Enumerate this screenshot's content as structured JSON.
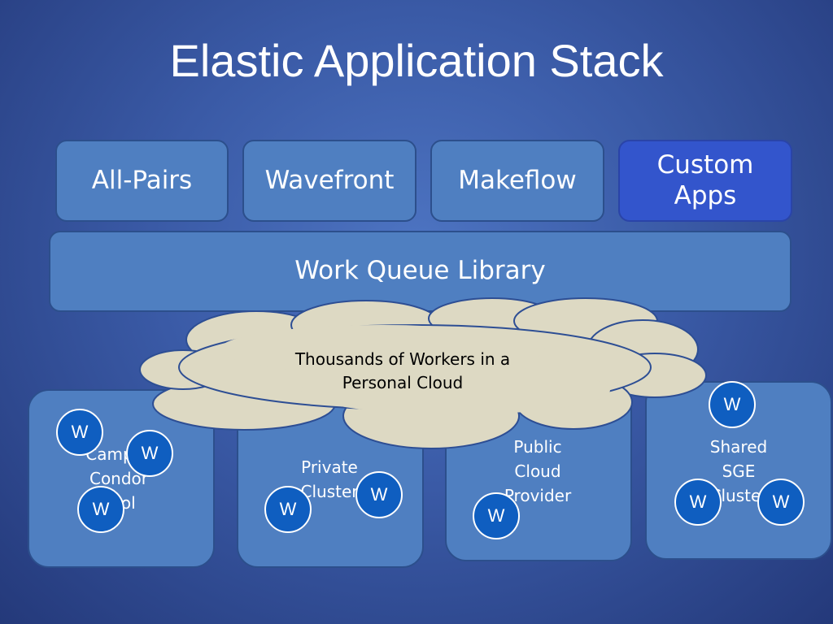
{
  "slide": {
    "title": "Elastic Application Stack"
  },
  "apps": [
    {
      "label": "All-Pairs"
    },
    {
      "label": "Wavefront"
    },
    {
      "label": "Makeflow"
    },
    {
      "label": "Custom\nApps"
    }
  ],
  "library": {
    "label": "Work Queue Library"
  },
  "cloud": {
    "label": "Thousands of Workers in a\nPersonal Cloud"
  },
  "pools": [
    {
      "label": "Campus\nCondor\nPool"
    },
    {
      "label": "Private\nCluster"
    },
    {
      "label": "Public\nCloud\nProvider"
    },
    {
      "label": "Shared\nSGE\nCluster"
    }
  ],
  "worker_label": "W",
  "colors": {
    "background": "#3a5aa6",
    "box_fill": "#4f7fc1",
    "custom_apps_fill": "#3355cc",
    "worker_fill": "#0f5ec0",
    "cloud_fill": "#ddd9c3"
  }
}
